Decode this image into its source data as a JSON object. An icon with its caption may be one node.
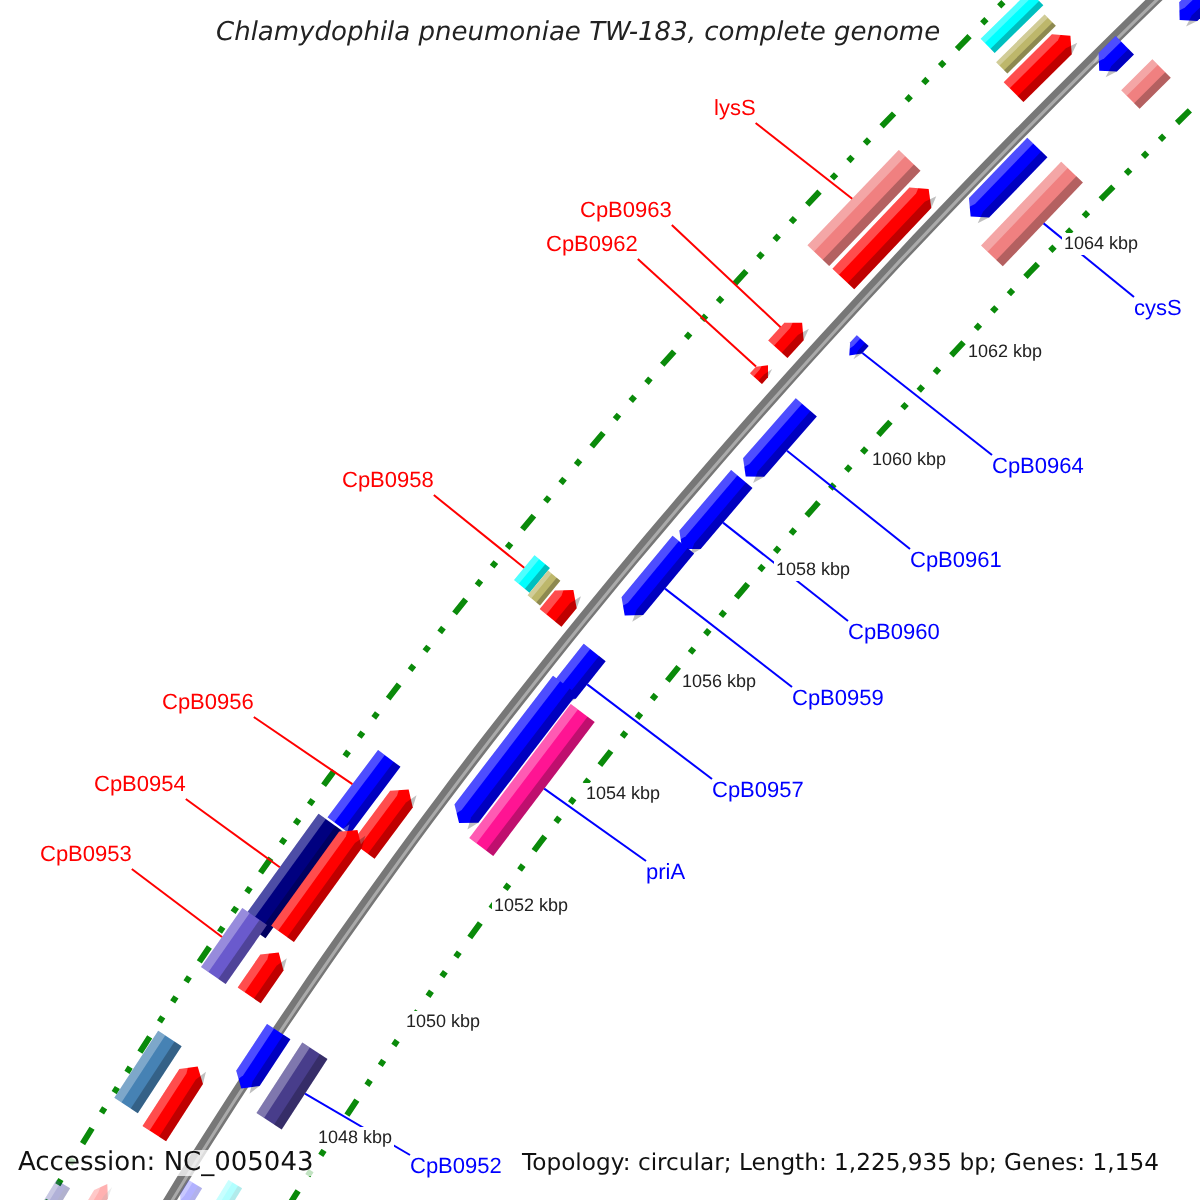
{
  "diagram": {
    "title": "Chlamydophila pneumoniae TW-183, complete genome",
    "nodes": [
      {
        "text": [
          "lysS"
        ]
      },
      {
        "text": [],
        "shape": "bar"
      },
      {
        "text": [
          "CpB0963"
        ]
      },
      {
        "text": [],
        "shape": "arrow"
      },
      {
        "text": [
          "CpB0962"
        ]
      },
      {
        "text": [],
        "shape": "arrow"
      },
      {
        "text": [
          "cysS"
        ]
      },
      {
        "text": [],
        "shape": "bar"
      },
      {
        "text": [
          "CpB0964"
        ]
      },
      {
        "text": [],
        "shape": "arrow"
      },
      {
        "text": [
          "CpB0961"
        ]
      },
      {
        "text": [],
        "shape": "arrow"
      },
      {
        "text": [
          "CpB0958"
        ]
      },
      {
        "text": [],
        "shape": "bar"
      },
      {
        "text": [
          "CpB0960"
        ]
      },
      {
        "text": [],
        "shape": "arrow"
      },
      {
        "text": [
          "CpB0959"
        ]
      },
      {
        "text": [],
        "shape": "arrow"
      },
      {
        "text": [
          "CpB0956"
        ]
      },
      {
        "text": [],
        "shape": "bar"
      },
      {
        "text": [
          "CpB0957"
        ]
      },
      {
        "text": [],
        "shape": "arrow"
      },
      {
        "text": [
          "CpB0954"
        ]
      },
      {
        "text": [],
        "shape": "bar"
      },
      {
        "text": [
          "priA"
        ]
      },
      {
        "text": [],
        "shape": "bar"
      },
      {
        "text": [
          "CpB0953"
        ]
      },
      {
        "text": [],
        "shape": "bar"
      },
      {
        "text": [
          "CpB0952"
        ]
      },
      {
        "text": [],
        "shape": "bar"
      },
      {
        "text": [],
        "shape": "arrow"
      },
      {
        "text": [],
        "shape": "bar"
      },
      {
        "text": [],
        "shape": "bar"
      },
      {
        "text": [],
        "shape": "arrow"
      },
      {
        "text": [],
        "shape": "arrow"
      },
      {
        "text": [],
        "shape": "bar"
      },
      {
        "text": [],
        "shape": "arrow"
      },
      {
        "text": [],
        "shape": "arrow"
      },
      {
        "text": [],
        "shape": "bar"
      },
      {
        "text": [],
        "shape": "arrow"
      },
      {
        "text": [],
        "shape": "arrow"
      },
      {
        "text": [],
        "shape": "arrow"
      },
      {
        "text": [],
        "shape": "arrow"
      },
      {
        "text": [],
        "shape": "arrow"
      },
      {
        "text": [],
        "shape": "arrow"
      },
      {
        "text": [],
        "shape": "bar"
      },
      {
        "text": [],
        "shape": "arrow"
      },
      {
        "text": [],
        "shape": "arrow"
      },
      {
        "text": [],
        "shape": "bar"
      },
      {
        "text": [],
        "shape": "arrow"
      },
      {
        "text": [],
        "shape": "bar"
      }
    ],
    "edges": [
      {
        "from": 0,
        "to": 1,
        "arrow": "none",
        "color": "#ff0000"
      },
      {
        "from": 2,
        "to": 3,
        "arrow": "none",
        "color": "#ff0000"
      },
      {
        "from": 4,
        "to": 5,
        "arrow": "none",
        "color": "#ff0000"
      },
      {
        "from": 6,
        "to": 7,
        "arrow": "none"
      },
      {
        "from": 8,
        "to": 9,
        "arrow": "none"
      },
      {
        "from": 10,
        "to": 11,
        "arrow": "none"
      },
      {
        "from": 12,
        "to": 13,
        "arrow": "none",
        "color": "#ff0000"
      },
      {
        "from": 14,
        "to": 15,
        "arrow": "none"
      },
      {
        "from": 16,
        "to": 17,
        "arrow": "none"
      },
      {
        "from": 18,
        "to": 19,
        "arrow": "none",
        "color": "#ff0000"
      },
      {
        "from": 20,
        "to": 21,
        "arrow": "none"
      },
      {
        "from": 22,
        "to": 23,
        "arrow": "none",
        "color": "#ff0000"
      },
      {
        "from": 24,
        "to": 25,
        "arrow": "none"
      },
      {
        "from": 26,
        "to": 27,
        "arrow": "none",
        "color": "#ff0000"
      },
      {
        "from": 28,
        "to": 29,
        "arrow": "none"
      }
    ],
    "labels": [
      "1064 kbp",
      "1062 kbp",
      "1060 kbp",
      "1058 kbp",
      "1056 kbp",
      "1054 kbp",
      "1052 kbp",
      "1050 kbp",
      "1048 kbp",
      "Accession: NC_005043",
      "Topology: circular; Length: 1,225,935 bp; Genes: 1,154"
    ]
  }
}
